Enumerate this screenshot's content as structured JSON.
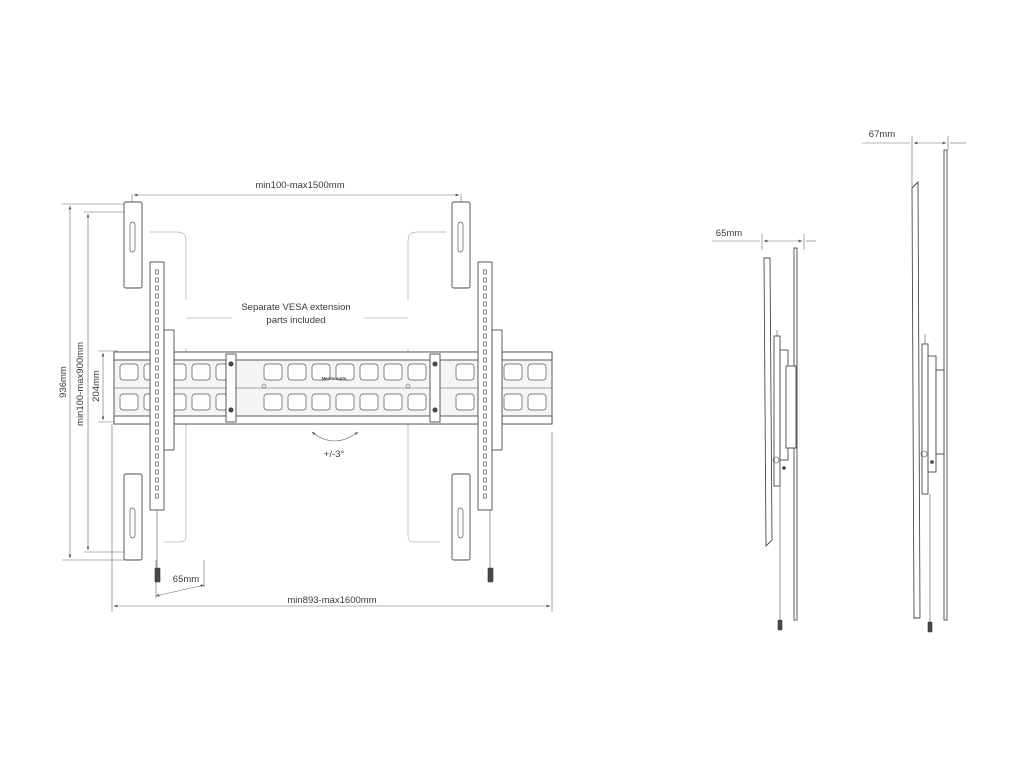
{
  "front_view": {
    "width_label": "min100-max1500mm",
    "height_total_label": "936mm",
    "height_range_label": "min100-max900mm",
    "plate_height_label": "204mm",
    "depth_label": "65mm",
    "overall_width_label": "min893-max1600mm",
    "note_line1": "Separate VESA extension",
    "note_line2": "parts included",
    "tilt_label": "+/-3°",
    "brand_mark": "Neomounts"
  },
  "side_view_small": {
    "depth_label": "65mm"
  },
  "side_view_large": {
    "depth_label": "67mm"
  }
}
